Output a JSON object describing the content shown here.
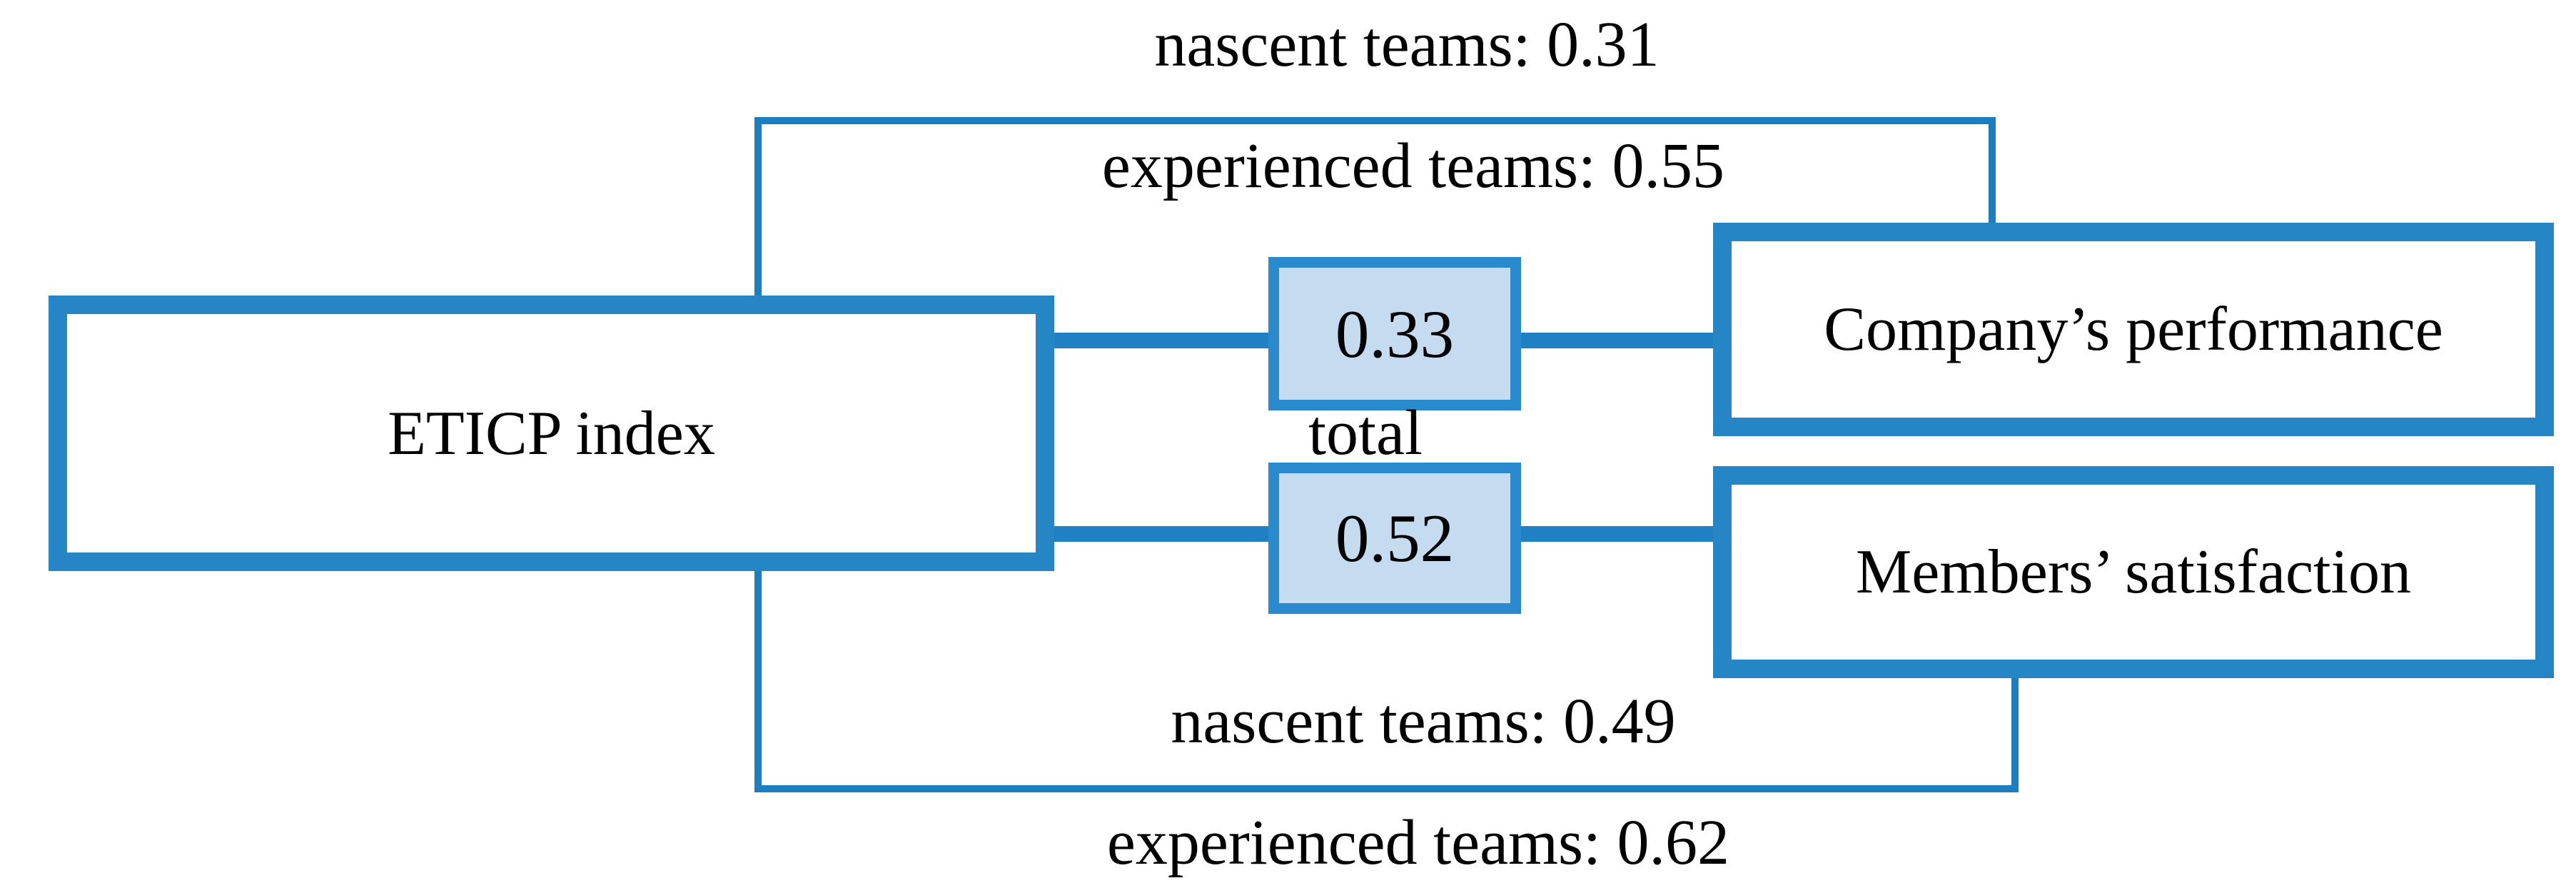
{
  "figure": {
    "type": "path-diagram",
    "nodes": {
      "eticp": {
        "label": "ETICP index"
      },
      "company": {
        "label": "Company’s performance"
      },
      "members": {
        "label": "Members’ satisfaction"
      }
    },
    "paths": {
      "company_total_value": "0.33",
      "members_total_value": "0.52",
      "total_label": "total",
      "company_nascent_label": "nascent teams: 0.31",
      "company_experienced_label": "experienced teams: 0.55",
      "members_nascent_label": "nascent teams: 0.49",
      "members_experienced_label": "experienced teams: 0.62"
    },
    "colors": {
      "node_border": "#2585c5",
      "value_box_border": "#2a8ace",
      "value_box_fill": "#c5dbf0",
      "connector": "#1f81c4",
      "bracket_line": "#1c7dbf",
      "text": "#000000",
      "background": "#ffffff"
    }
  }
}
